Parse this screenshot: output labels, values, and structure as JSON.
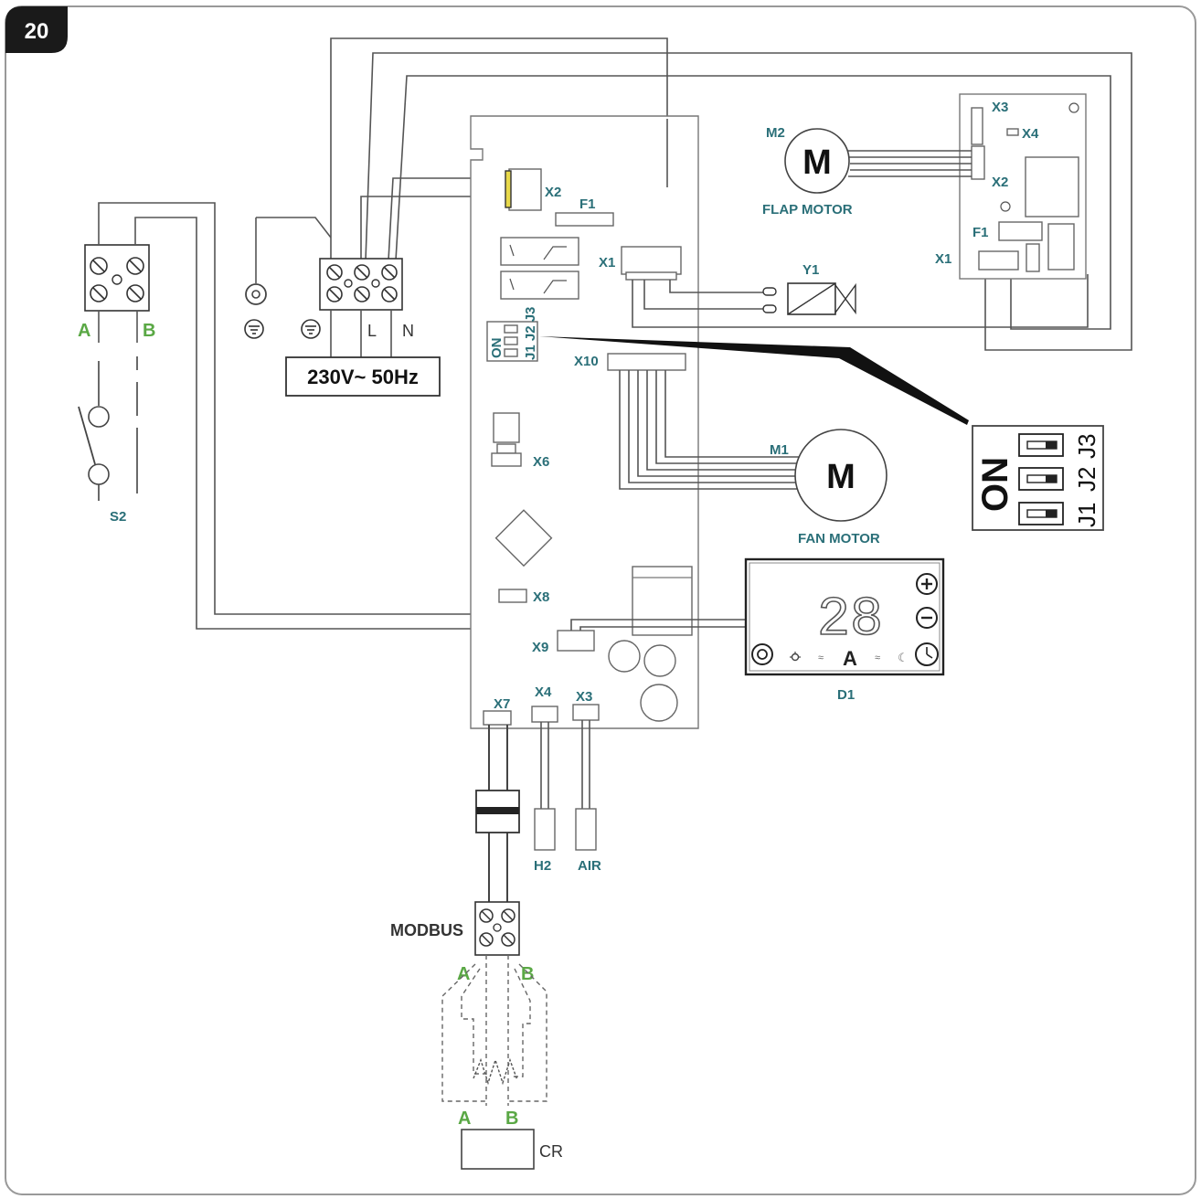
{
  "figure": {
    "badge": "20"
  },
  "power": {
    "supply": "230V~ 50Hz",
    "terminal_L": "L",
    "terminal_N": "N"
  },
  "switch": {
    "label": "S2",
    "terminal_a": "A",
    "terminal_b": "B"
  },
  "pcb": {
    "x2": "X2",
    "f1": "F1",
    "x1": "X1",
    "jumpers_on": "ON",
    "jumpers_small": "J1 J2 J3",
    "x10": "X10",
    "x6": "X6",
    "x8": "X8",
    "x9": "X9",
    "x7": "X7",
    "x4": "X4",
    "x3": "X3"
  },
  "flap_board": {
    "x3": "X3",
    "x4": "X4",
    "x2": "X2",
    "f1": "F1",
    "x1": "X1"
  },
  "motors": {
    "m2_label": "M2",
    "m2_symbol": "M",
    "m2_name": "FLAP MOTOR",
    "m1_label": "M1",
    "m1_symbol": "M",
    "m1_name": "FAN MOTOR"
  },
  "valve": {
    "label": "Y1"
  },
  "jumper_detail": {
    "on": "ON",
    "j1": "J1",
    "j2": "J2",
    "j3": "J3"
  },
  "display": {
    "label": "D1",
    "digits": "28",
    "mode_letter": "A",
    "plus_icon": "plus-icon",
    "minus_icon": "minus-icon"
  },
  "sensors": {
    "h2": "H2",
    "air": "AIR"
  },
  "modbus": {
    "label": "MODBUS",
    "a_top": "A",
    "b_top": "B",
    "a_bottom": "A",
    "b_bottom": "B"
  },
  "remote": {
    "label": "CR"
  },
  "colors": {
    "teal": "#2a6f78",
    "green": "#5aa845",
    "wire": "#555555",
    "badge": "#1a1a1a",
    "yellow": "#e8d94a"
  }
}
